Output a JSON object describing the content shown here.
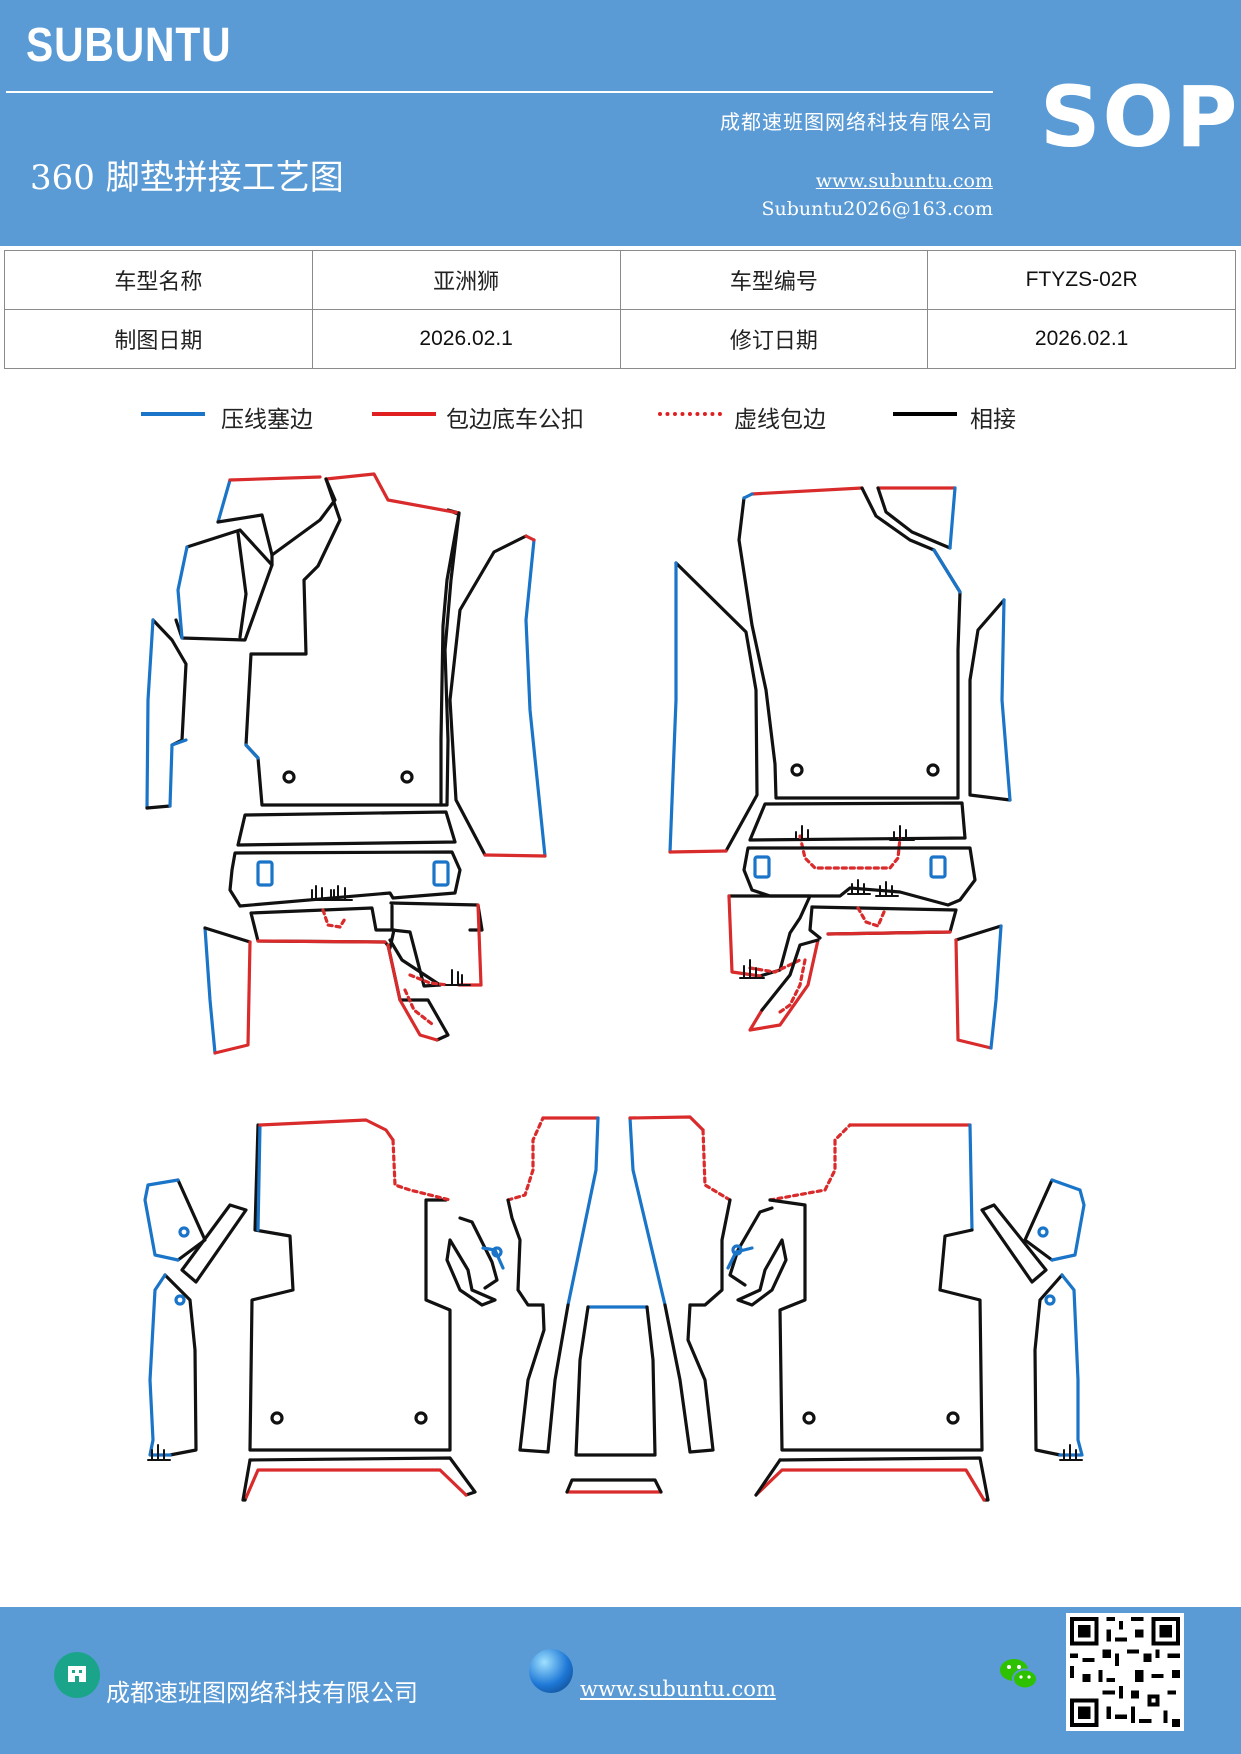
{
  "header": {
    "brand": "SUBUNTU",
    "badge": "SOP",
    "title": "360 脚垫拼接工艺图",
    "company": "成都速班图网络科技有限公司",
    "website": "www.subuntu.com",
    "email": "Subuntu2026@163.com"
  },
  "info_table": {
    "rows": [
      [
        "车型名称",
        "亚洲狮",
        "车型编号",
        "FTYZS-02R"
      ],
      [
        "制图日期",
        "2026.02.1",
        "修订日期",
        "2026.02.1"
      ]
    ]
  },
  "legend": [
    {
      "label": "压线塞边",
      "color": "#1a75c9",
      "style": "solid"
    },
    {
      "label": "包边底车公扣",
      "color": "#e02020",
      "style": "solid"
    },
    {
      "label": "虚线包边",
      "color": "#e02020",
      "style": "dotted"
    },
    {
      "label": "相接",
      "color": "#000000",
      "style": "solid"
    }
  ],
  "footer": {
    "company": "成都速班图网络科技有限公司",
    "website": "www.subuntu.com",
    "icons": [
      "building-icon",
      "globe-icon",
      "wechat-icon",
      "qr-code"
    ]
  }
}
